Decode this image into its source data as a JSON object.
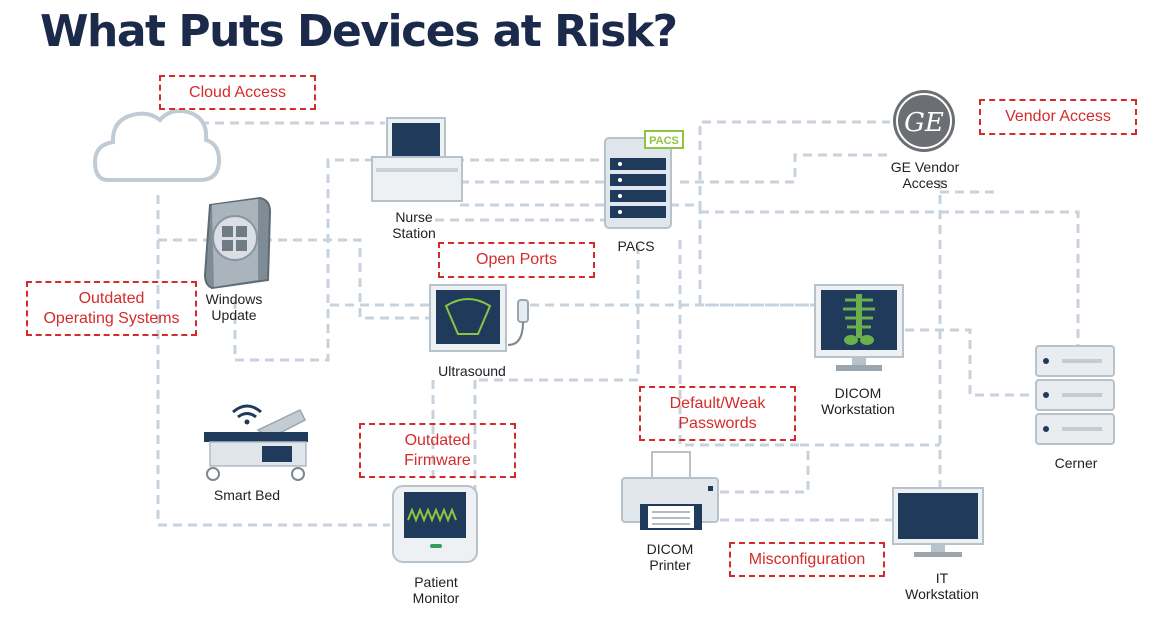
{
  "title": "What Puts Devices at Risk?",
  "colors": {
    "risk": "#d62b2b",
    "line": "#c7d3dc",
    "navy": "#1b2a4a",
    "pacs": "#8cc63f",
    "xray": "#6ab04c"
  },
  "devices": {
    "nurse_station": {
      "line1": "Nurse",
      "line2": "Station"
    },
    "pacs": {
      "label": "PACS",
      "tag": "PACS"
    },
    "ge_vendor": {
      "line1": "GE Vendor",
      "line2": "Access",
      "logo": "GE"
    },
    "windows_update": {
      "line1": "Windows",
      "line2": "Update"
    },
    "ultrasound": {
      "label": "Ultrasound"
    },
    "dicom_workstation": {
      "line1": "DICOM",
      "line2": "Workstation"
    },
    "cerner": {
      "label": "Cerner"
    },
    "smart_bed": {
      "label": "Smart Bed"
    },
    "patient_monitor": {
      "line1": "Patient",
      "line2": "Monitor"
    },
    "dicom_printer": {
      "line1": "DICOM",
      "line2": "Printer"
    },
    "it_workstation": {
      "line1": "IT",
      "line2": "Workstation"
    }
  },
  "risks": {
    "cloud_access": "Cloud Access",
    "vendor_access": "Vendor Access",
    "open_ports": "Open Ports",
    "outdated_os": {
      "line1": "Outdated",
      "line2": "Operating Systems"
    },
    "default_passwords": {
      "line1": "Default/Weak",
      "line2": "Passwords"
    },
    "outdated_firmware": {
      "line1": "Outdated",
      "line2": "Firmware"
    },
    "misconfiguration": "Misconfiguration"
  }
}
